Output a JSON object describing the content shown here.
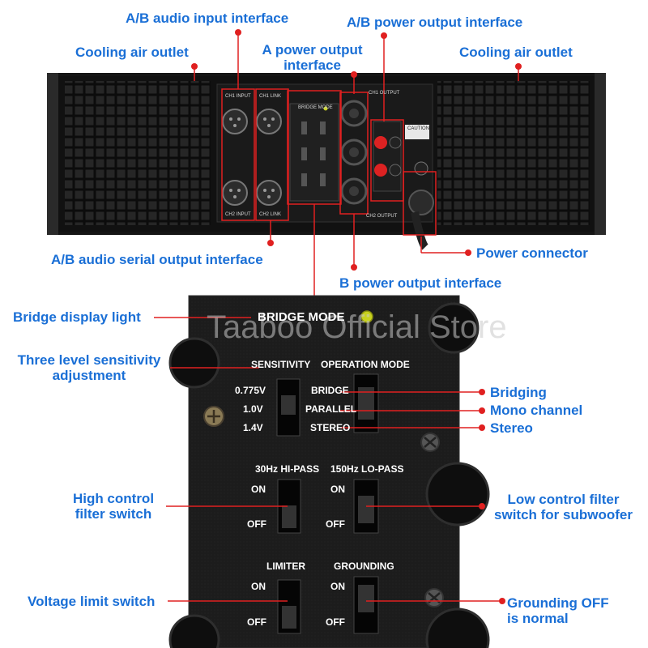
{
  "callouts": {
    "ab_input": "A/B audio input interface",
    "ab_power_output": "A/B power output interface",
    "cooling_left": "Cooling air outlet",
    "a_power_output": "A power output\ninterface",
    "cooling_right": "Cooling air outlet",
    "ab_serial_output": "A/B audio serial output interface",
    "power_connector": "Power connector",
    "b_power_output": "B power output interface",
    "bridge_light": "Bridge display light",
    "sensitivity": "Three level sensitivity\nadjustment",
    "bridging": "Bridging",
    "mono": "Mono channel",
    "stereo": "Stereo",
    "high_filter": "High control\nfilter switch",
    "low_filter": "Low control filter\nswitch for subwoofer",
    "voltage_limit": "Voltage limit switch",
    "grounding": "Grounding OFF\nis normal"
  },
  "watermark": "Taaboo Official Store",
  "panel": {
    "bridge_mode": "BRIDGE MODE",
    "sensitivity": "SENSITIVITY",
    "operation_mode": "OPERATION MODE",
    "sens_values": [
      "0.775V",
      "1.0V",
      "1.4V"
    ],
    "op_values": [
      "BRIDGE",
      "PARALLEL",
      "STEREO"
    ],
    "hipass": "30Hz HI-PASS",
    "lopass": "150Hz LO-PASS",
    "limiter": "LIMITER",
    "grounding": "GROUNDING",
    "on": "ON",
    "off": "OFF"
  },
  "amp_labels": {
    "ch1_input": "CH1 INPUT",
    "ch1_link": "CH1 LINK",
    "ch2_input": "CH2 INPUT",
    "ch2_link": "CH2 LINK",
    "bridge_mode": "BRIDGE MODE",
    "ch1_output": "CH1 OUTPUT",
    "ch2_output": "CH2 OUTPUT",
    "caution": "CAUTION"
  },
  "colors": {
    "accent": "#1a6fd6",
    "callout_line": "#e02020",
    "panel": "#1b1b1b",
    "led": "#c8d21e"
  }
}
